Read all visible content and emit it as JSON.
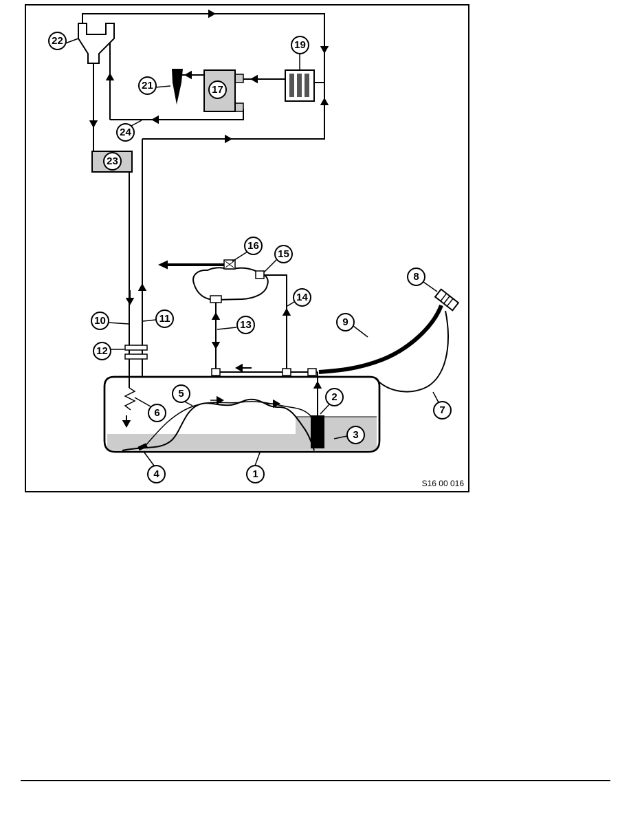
{
  "figure": {
    "code": "S16 00 016",
    "callouts": [
      "22",
      "21",
      "17",
      "19",
      "24",
      "23",
      "16",
      "15",
      "8",
      "14",
      "10",
      "11",
      "13",
      "9",
      "12",
      "6",
      "5",
      "2",
      "7",
      "3",
      "4",
      "1"
    ],
    "colors": {
      "line": "#000000",
      "component_fill": "#cccccc",
      "fuel_fill": "#cccccc",
      "filter_bar": "#555555"
    }
  }
}
